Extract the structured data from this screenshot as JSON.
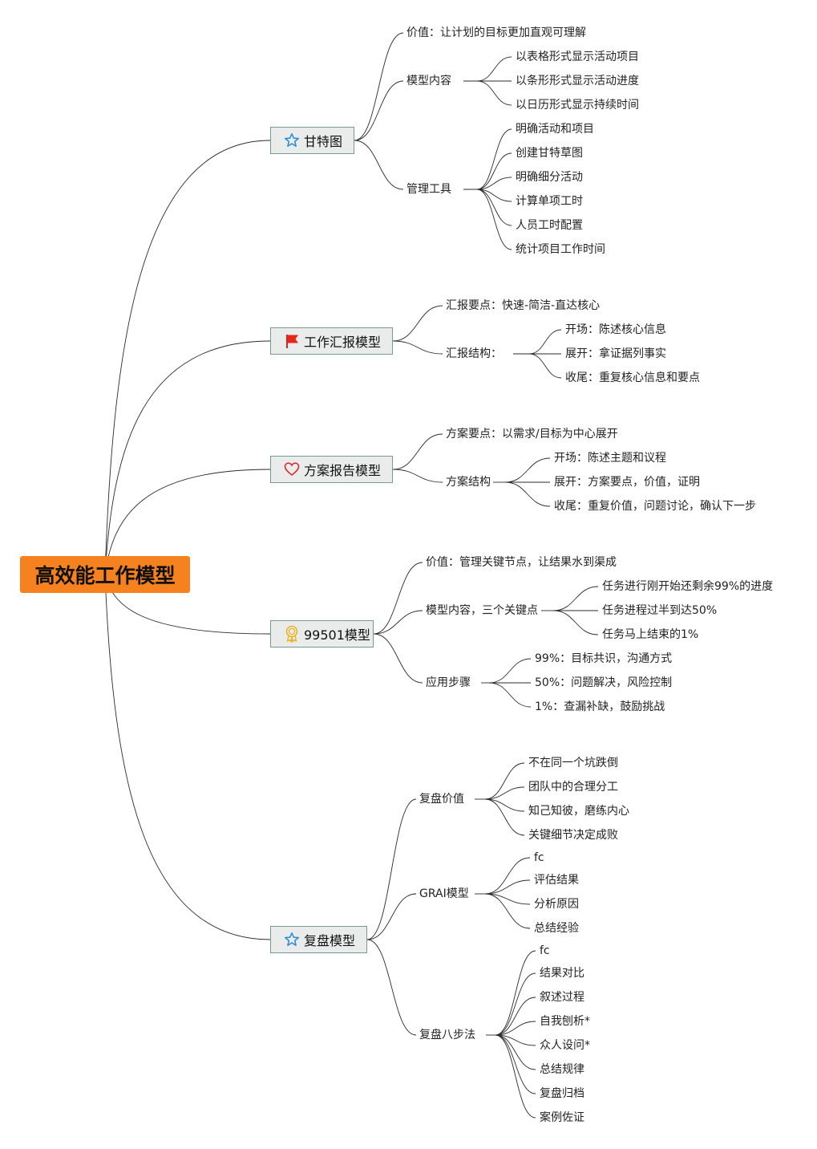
{
  "root": {
    "label": "高效能工作模型",
    "color": "#f5821f"
  },
  "branches": [
    {
      "label": "甘特图",
      "icon": "star-icon",
      "children": [
        {
          "label": "价值：让计划的目标更加直观可理解"
        },
        {
          "label": "模型内容",
          "children": [
            "以表格形式显示活动项目",
            "以条形形式显示活动进度",
            "以日历形式显示持续时间"
          ]
        },
        {
          "label": "管理工具",
          "children": [
            "明确活动和项目",
            "创建甘特草图",
            "明确细分活动",
            "计算单项工时",
            "人员工时配置",
            "统计项目工作时间"
          ]
        }
      ]
    },
    {
      "label": "工作汇报模型",
      "icon": "red-flag-icon",
      "children": [
        {
          "label": "汇报要点：快速-简洁-直达核心"
        },
        {
          "label": "汇报结构：",
          "children": [
            "开场：陈述核心信息",
            "展开：拿证据列事实",
            "收尾：重复核心信息和要点"
          ]
        }
      ]
    },
    {
      "label": "方案报告模型",
      "icon": "heart-icon",
      "children": [
        {
          "label": "方案要点：以需求/目标为中心展开"
        },
        {
          "label": "方案结构",
          "children": [
            "开场：陈述主题和议程",
            "展开：方案要点，价值，证明",
            "收尾：重复价值，问题讨论，确认下一步"
          ]
        }
      ]
    },
    {
      "label": "99501模型",
      "icon": "award-ribbon-icon",
      "children": [
        {
          "label": "价值：管理关键节点，让结果水到渠成"
        },
        {
          "label": "模型内容，三个关键点",
          "children": [
            "任务进行刚开始还剩余99%的进度",
            "任务进程过半到达50%",
            "任务马上结束的1%"
          ]
        },
        {
          "label": "应用步骤",
          "children": [
            "99%：目标共识，沟通方式",
            "50%：问题解决，风险控制",
            "1%：查漏补缺，鼓励挑战"
          ]
        }
      ]
    },
    {
      "label": "复盘模型",
      "icon": "star-icon",
      "children": [
        {
          "label": "复盘价值",
          "children": [
            "不在同一个坑跌倒",
            "团队中的合理分工",
            "知己知彼，磨练内心",
            "关键细节决定成败"
          ]
        },
        {
          "label": "GRAI模型",
          "children": [
            "fc",
            "评估结果",
            "分析原因",
            "总结经验"
          ]
        },
        {
          "label": "复盘八步法",
          "children": [
            "fc",
            "结果对比",
            "叙述过程",
            "自我刨析*",
            "众人设问*",
            "总结规律",
            "复盘归档",
            "案例佐证"
          ]
        }
      ]
    }
  ]
}
